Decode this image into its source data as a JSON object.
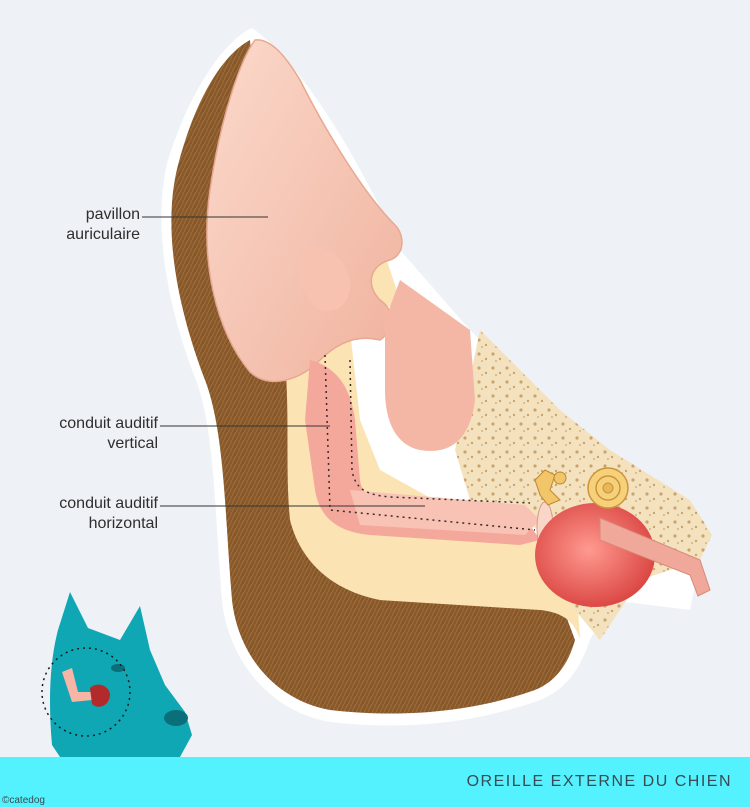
{
  "labels": {
    "pavillon": [
      "pavillon",
      "auriculaire"
    ],
    "conduit_vertical": [
      "conduit auditif",
      "vertical"
    ],
    "conduit_horizontal": [
      "conduit auditif",
      "horizontal"
    ]
  },
  "footer": {
    "title": "OREILLE EXTERNE DU CHIEN",
    "copyright": "©catedog"
  },
  "colors": {
    "background": "#eef2f6",
    "footer_bar": "#54f2ff",
    "fur": "#8a5a2c",
    "skin": "#f6c9b8",
    "cartilage": "#fbe3b3",
    "eardrum_cavity": "#e8605f",
    "dog_head": "#10a7b5"
  }
}
